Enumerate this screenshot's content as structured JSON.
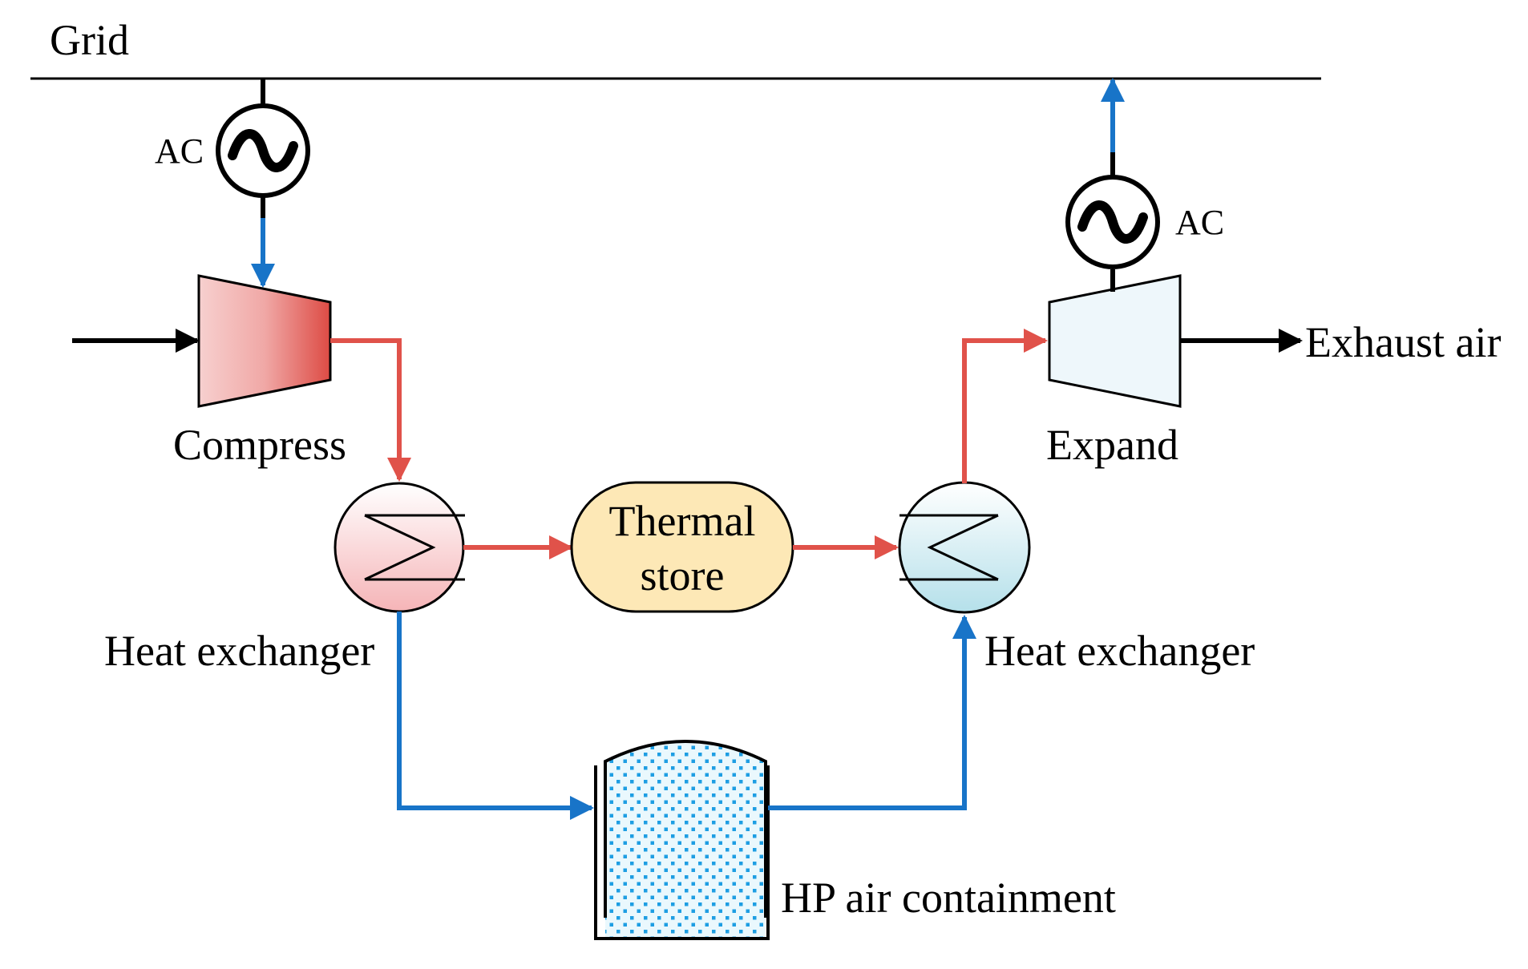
{
  "labels": {
    "grid": "Grid",
    "ac_left": "AC",
    "ac_right": "AC",
    "compress": "Compress",
    "expand": "Expand",
    "exhaust_air": "Exhaust air",
    "heat_exchanger_left": "Heat exchanger",
    "heat_exchanger_right": "Heat exchanger",
    "thermal_store_line1": "Thermal",
    "thermal_store_line2": "store",
    "hp_air_containment": "HP air containment"
  },
  "colors": {
    "hot_flow": "#e0524a",
    "cold_flow": "#1874c8",
    "line": "#000000",
    "compressor_dark": "#dd4b44",
    "compressor_light": "#f7d0cf",
    "expander_fill": "#eef7fb",
    "hx_hot_fill": "#f5b4b7",
    "hx_cold_fill": "#b5e0ea",
    "thermal_store_fill": "#fde8b6",
    "tank_dots": "#1e9ee3"
  },
  "icons": [
    "ac-generator-icon",
    "compressor-icon",
    "expander-icon",
    "heat-exchanger-icon",
    "tank-icon"
  ]
}
